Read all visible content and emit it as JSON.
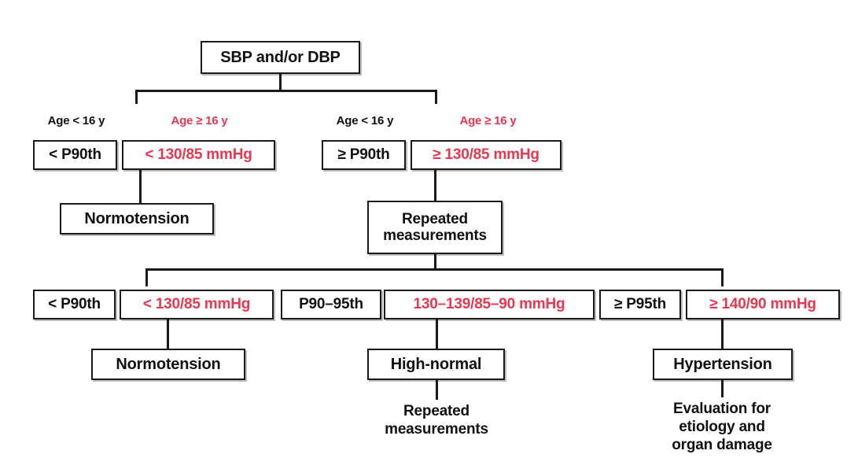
{
  "diagram": {
    "title_node": {
      "label": "SBP and/or DBP"
    },
    "branch_labels": {
      "left_child": "Age < 16 y",
      "left_adult": "Age ≥ 16 y",
      "right_child": "Age < 16 y",
      "right_adult": "Age ≥ 16 y"
    },
    "row2": {
      "left_child_value": "< P90th",
      "left_adult_value": "< 130/85 mmHg",
      "right_child_value": "≥ P90th",
      "right_adult_value": "≥ 130/85 mmHg"
    },
    "row2_results": {
      "normotension": "Normotension",
      "repeated": "Repeated\nmeasurements",
      "repeated_line1": "Repeated",
      "repeated_line2": "measurements"
    },
    "row3": {
      "c1_child": "< P90th",
      "c1_adult": "< 130/85 mmHg",
      "c2_child": "P90–95th",
      "c2_adult": "130–139/85–90 mmHg",
      "c3_child": "≥ P95th",
      "c3_adult": "≥ 140/90 mmHg"
    },
    "row4": {
      "normotension": "Normotension",
      "high_normal": "High-normal",
      "hypertension": "Hypertension"
    },
    "row5": {
      "repeated_line1": "Repeated",
      "repeated_line2": "measurements",
      "evaluation_line1": "Evaluation for",
      "evaluation_line2": "etiology and",
      "evaluation_line3": "organ damage"
    },
    "colors": {
      "accent_red": "#e8384f",
      "text_black": "#111111",
      "line": "#1a1a1a",
      "background": "#ffffff"
    }
  }
}
